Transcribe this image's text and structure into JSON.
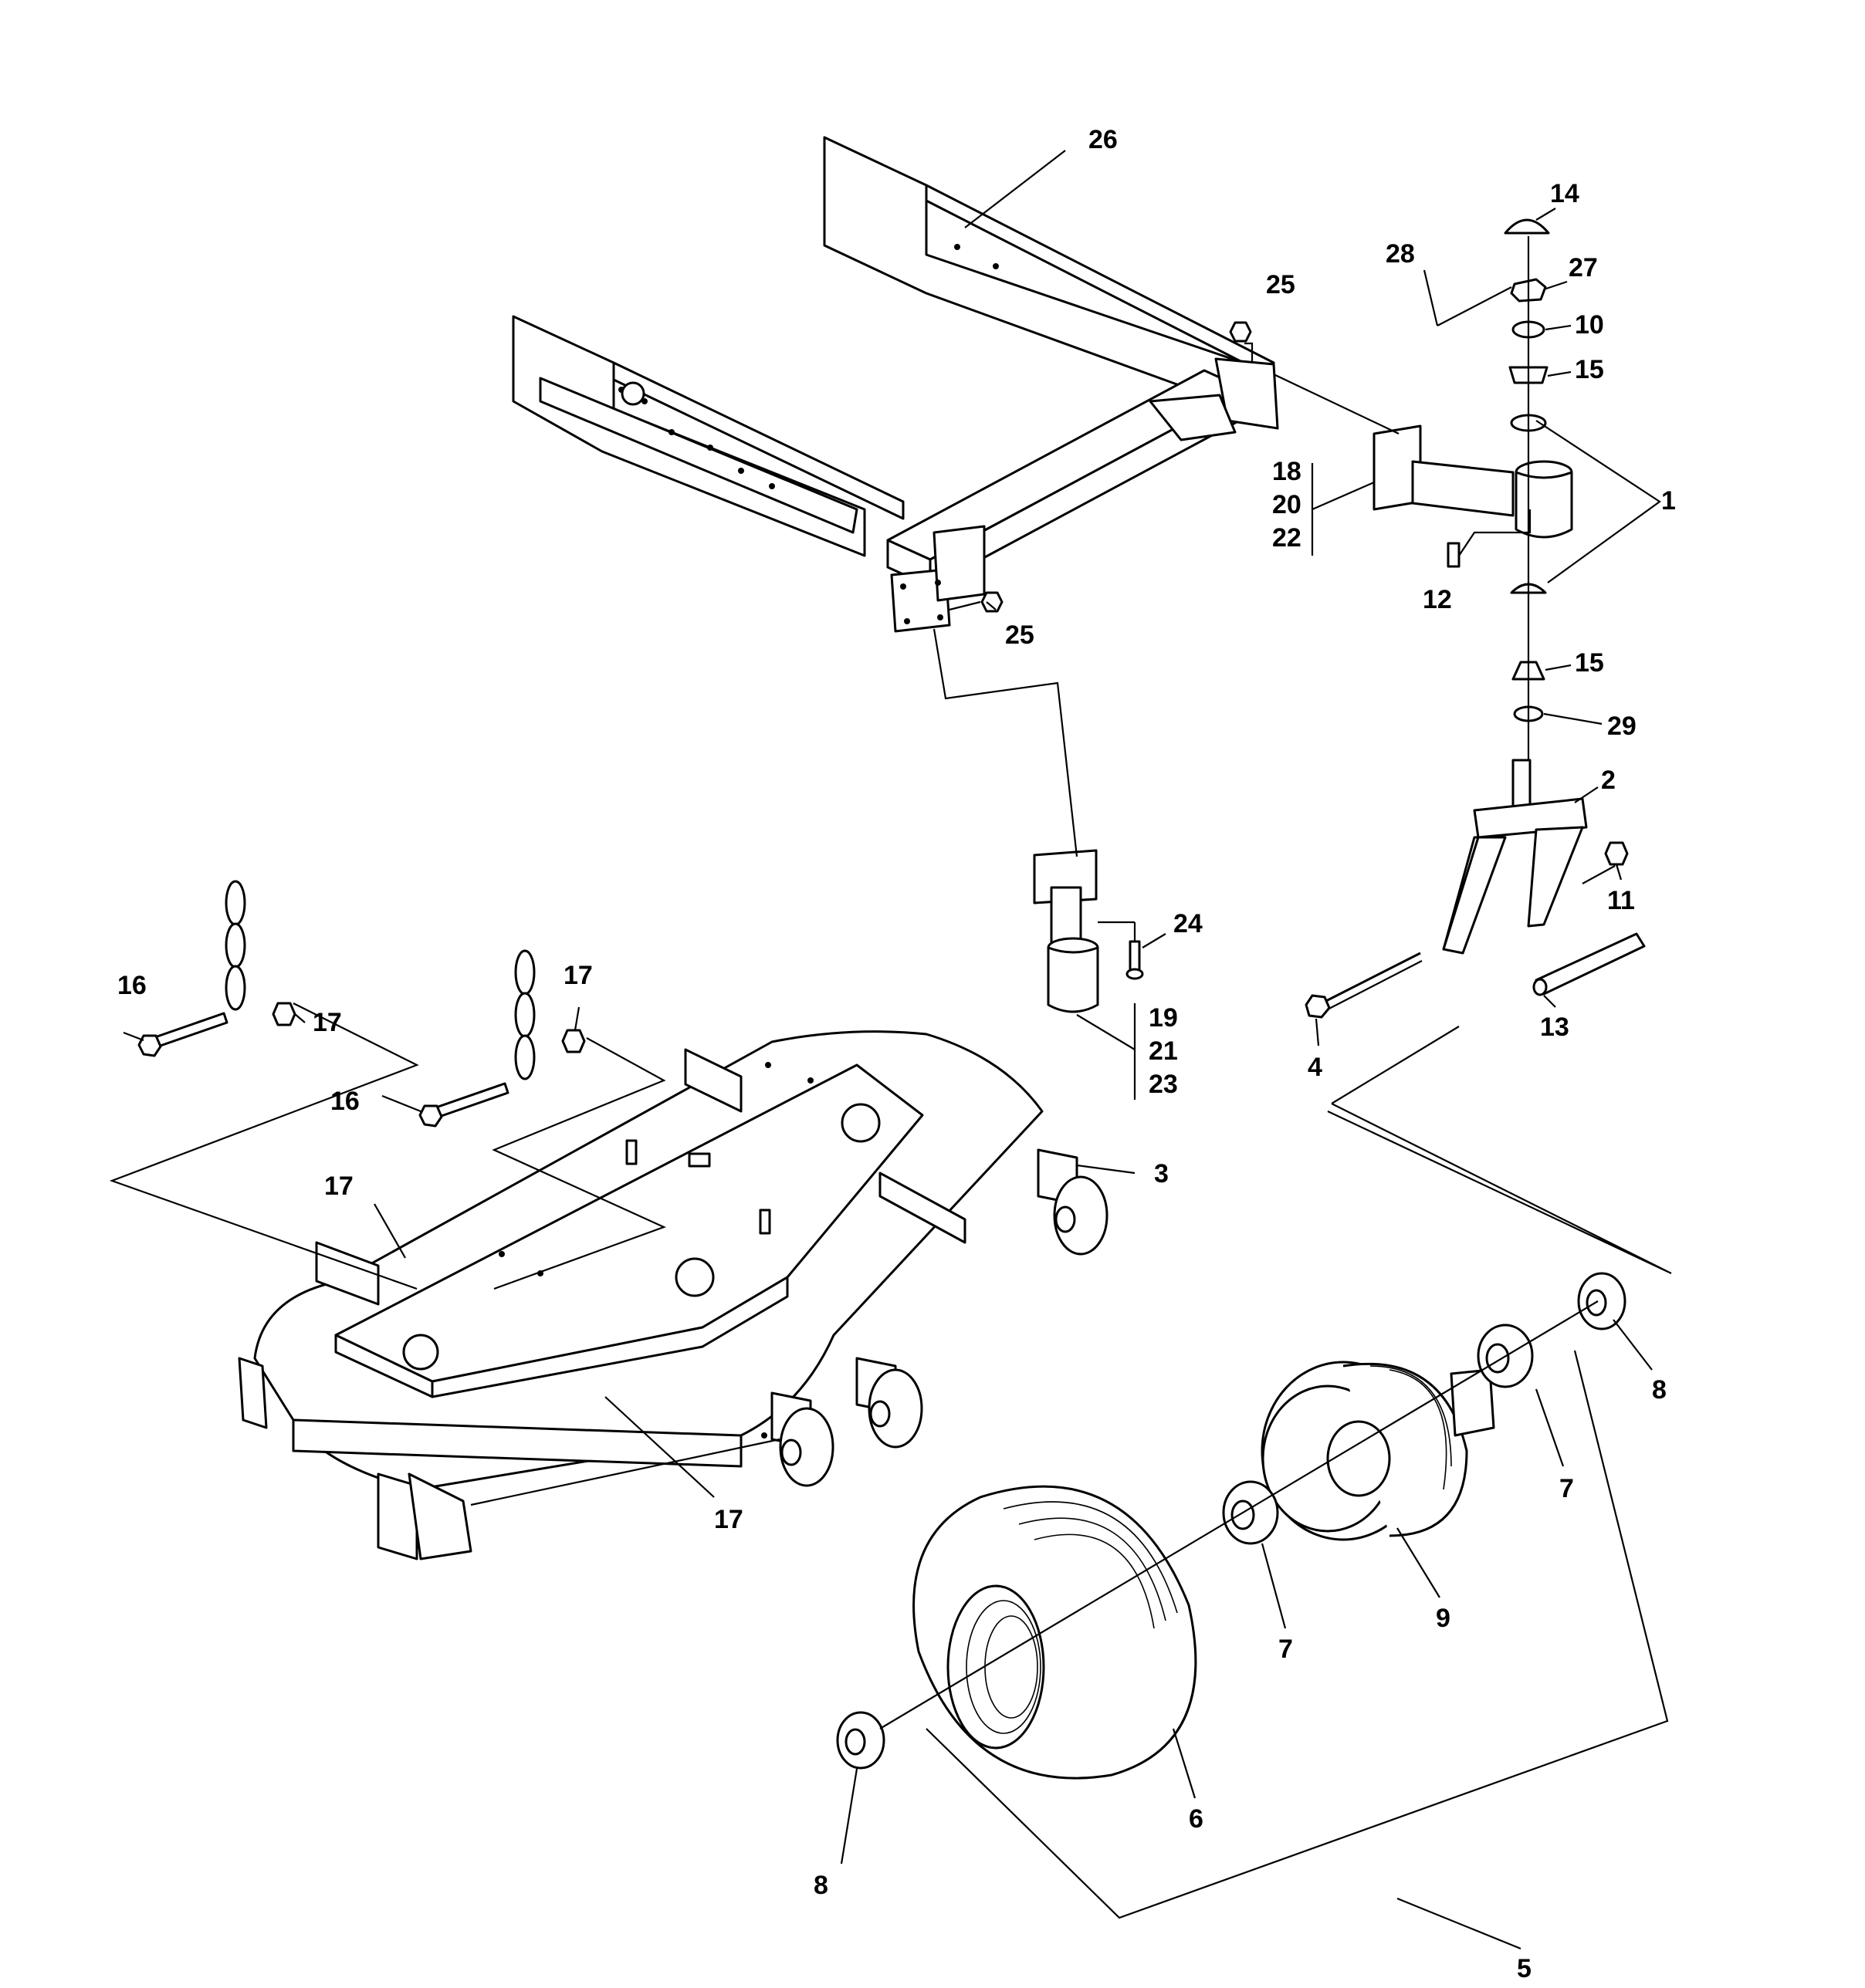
{
  "callouts": {
    "c1": "1",
    "c2": "2",
    "c3": "3",
    "c4": "4",
    "c5": "5",
    "c6": "6",
    "c7a": "7",
    "c7b": "7",
    "c8a": "8",
    "c8b": "8",
    "c9": "9",
    "c10": "10",
    "c11": "11",
    "c12": "12",
    "c13": "13",
    "c14": "14",
    "c15a": "15",
    "c15b": "15",
    "c16a": "16",
    "c16b": "16",
    "c17a": "17",
    "c17b": "17",
    "c17c": "17",
    "c17d": "17",
    "c18": "18",
    "c19": "19",
    "c20": "20",
    "c21": "21",
    "c22": "22",
    "c23": "23",
    "c24": "24",
    "c25a": "25",
    "c25b": "25",
    "c26": "26",
    "c27": "27",
    "c28": "28",
    "c29": "29"
  }
}
